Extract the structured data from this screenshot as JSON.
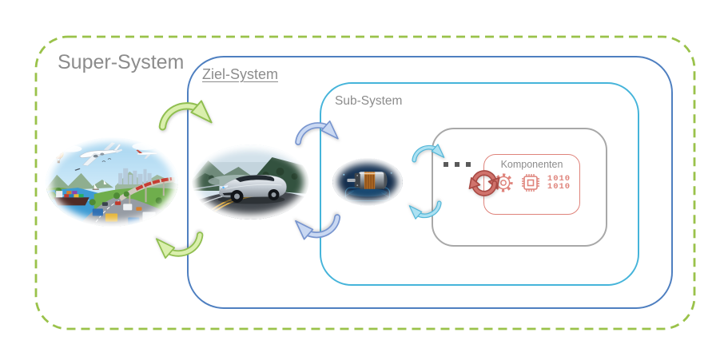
{
  "systems": {
    "super": {
      "label": "Super-System",
      "image": "transport-collage"
    },
    "ziel": {
      "label": "Ziel-System",
      "image": "silver-car-on-road"
    },
    "sub": {
      "label": "Sub-System",
      "image": "electric-motor"
    },
    "komponenten": {
      "label": "Komponenten",
      "icons": [
        "gear-icon",
        "chip-icon",
        "binary-code-icon"
      ],
      "binary": {
        "line1": "1010",
        "line2": "1010"
      }
    }
  },
  "colors": {
    "super_border": "#9ac24a",
    "ziel_border": "#4e7fc0",
    "sub_border": "#45b4da",
    "component_outer_border": "#a8a8a8",
    "component_border": "#df837b",
    "label_gray": "#8c8c8c",
    "arrow_green_fill": "#daefad",
    "arrow_green_stroke": "#90bf50",
    "arrow_blue_fill": "#c9d8f2",
    "arrow_blue_stroke": "#7895cf",
    "arrow_cyan_fill": "#ace1f2",
    "arrow_cyan_stroke": "#54b7d8",
    "arrow_red_fill": "#d0736c",
    "arrow_red_stroke": "#a94a44",
    "dot_gray": "#5a5a5a"
  }
}
